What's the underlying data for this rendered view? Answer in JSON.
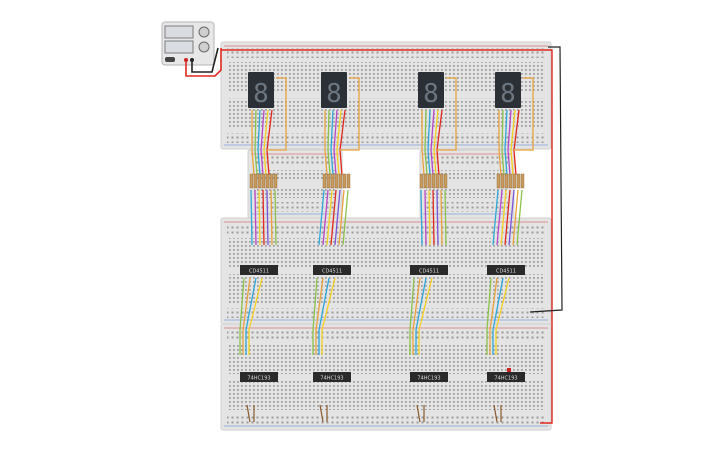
{
  "circuit": {
    "chip_labels_top": [
      "CD4511",
      "CD4511",
      "CD4511",
      "CD4511"
    ],
    "chip_labels_bottom": [
      "74HC193",
      "74HC193",
      "74HC193",
      "74HC193"
    ],
    "display_digits": [
      "8",
      "8",
      "8",
      "8"
    ],
    "colors": {
      "board": "#e4e4e4",
      "hole": "#9b9b9b",
      "red_rail": "#d33a3a",
      "blue_rail": "#4a7bd1",
      "display": "#2b2f36",
      "chip": "#2a2a2a",
      "wire_red": "#e0281e",
      "wire_black": "#222222"
    }
  }
}
